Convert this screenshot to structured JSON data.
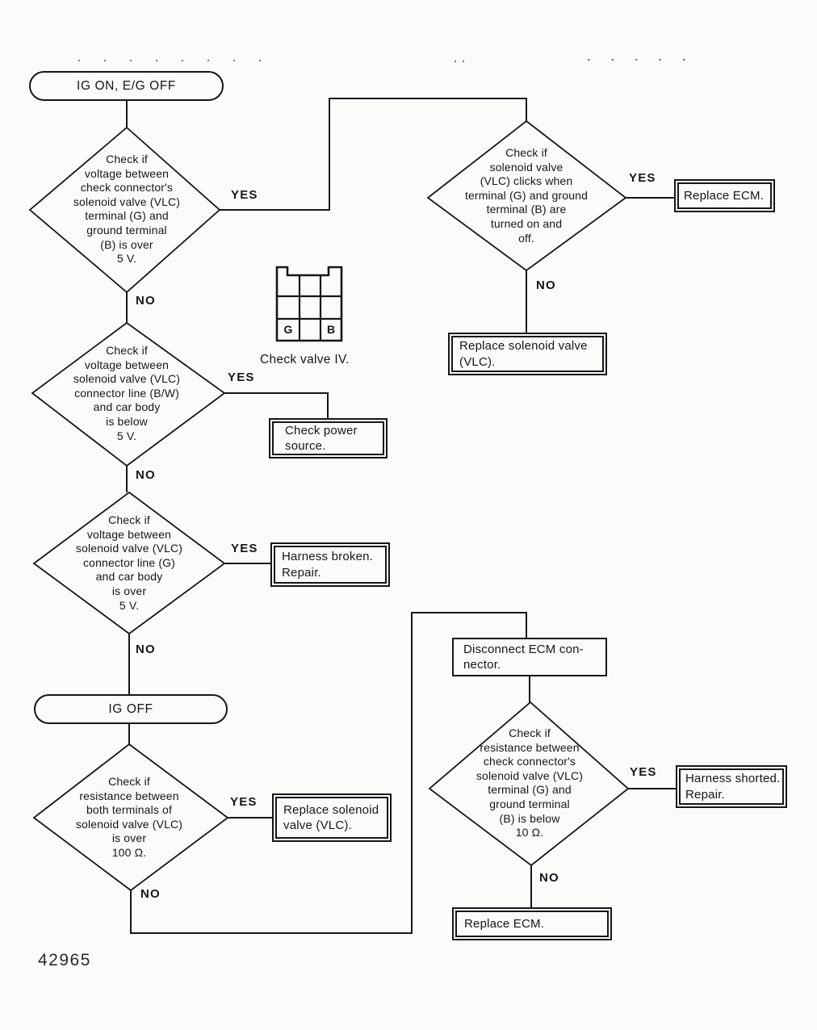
{
  "page": {
    "figure_number": "42965"
  },
  "colors": {
    "ink": "#161616",
    "paper": "#fbfbfa"
  },
  "labels": {
    "yes": "YES",
    "no": "NO"
  },
  "terminals": {
    "start": "IG ON, E/G OFF",
    "ig_off": "IG OFF"
  },
  "decisions": {
    "voltage_check_connector": "Check if\nvoltage between\ncheck connector's\nsolenoid valve (VLC)\nterminal (G) and\nground terminal\n(B) is over\n5 V.",
    "solenoid_clicks": "Check if\nsolenoid valve\n(VLC) clicks when\nterminal (G) and ground\nterminal (B) are\nturned on and\noff.",
    "voltage_line_bw": "Check if\nvoltage between\nsolenoid valve (VLC)\nconnector line (B/W)\nand car body\nis below\n5 V.",
    "voltage_line_g": "Check if\nvoltage between\nsolenoid valve (VLC)\nconnector line (G)\nand car body\nis over\n5 V.",
    "resistance_terminals": "Check if\nresistance between\nboth terminals of\nsolenoid valve (VLC)\nis over\n100 Ω.",
    "resistance_check_connector": "Check if\nresistance between\ncheck connector's\nsolenoid valve (VLC)\nterminal (G) and\nground terminal\n(B) is below\n10 Ω."
  },
  "actions": {
    "replace_ecm_top": "Replace ECM.",
    "replace_solenoid_top": "Replace solenoid valve\n(VLC).",
    "check_power": "Check power\nsource.",
    "harness_broken": "Harness broken.\nRepair.",
    "replace_solenoid_bottom": "Replace solenoid\nvalve (VLC).",
    "disconnect_ecm": "Disconnect ECM con-\nnector.",
    "harness_shorted": "Harness shorted.\nRepair.",
    "replace_ecm_bottom": "Replace ECM."
  },
  "connector_inset": {
    "caption": "Check valve IV.",
    "terminal_left": "G",
    "terminal_right": "B"
  }
}
